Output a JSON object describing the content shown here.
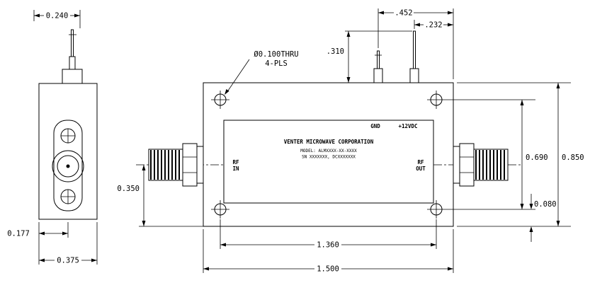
{
  "drawing": {
    "end_view": {
      "dim_top_width": "0.240",
      "dim_edge_to_center": "0.177",
      "dim_total_width": "0.375"
    },
    "front_view": {
      "dim_gnd_pin": ".452",
      "dim_pwr_pin": ".232",
      "dim_pin_height": ".310",
      "hole_callout_diameter": "Ø0.100THRU",
      "hole_callout_places": "4-PLS",
      "dim_center_to_bottom": "0.350",
      "dim_hole_span_v": "0.690",
      "dim_height": "0.850",
      "dim_hole_to_edge": "0.080",
      "dim_hole_span_h": "1.360",
      "dim_width": "1.500",
      "plate": {
        "gnd_label": "GND",
        "power_label": "+12VDC",
        "company": "VENTER MICROWAVE CORPORATION",
        "model": "MODEL: ALMXXXX-XX-XXXX",
        "serial": "SN XXXXXXX, DCXXXXXXX",
        "rf_in_1": "RF",
        "rf_in_2": "IN",
        "rf_out_1": "RF",
        "rf_out_2": "OUT"
      }
    }
  }
}
